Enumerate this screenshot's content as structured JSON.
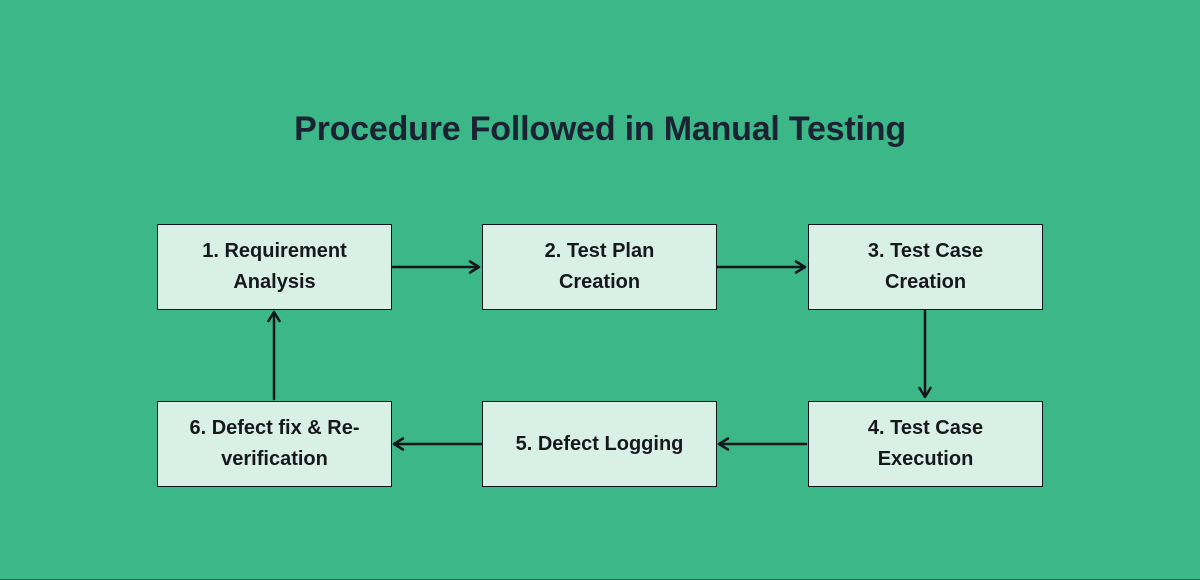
{
  "colors": {
    "bg": "#3cb787",
    "box-fill": "#d9f0e6",
    "box-border": "#13151e",
    "box-text": "#16181d",
    "title": "#1b2233",
    "arrow": "#14161c"
  },
  "title": "Procedure Followed in Manual Testing",
  "diagram": {
    "boxes": [
      {
        "step": 1,
        "lines": [
          "1. Requirement",
          "Analysis"
        ]
      },
      {
        "step": 2,
        "lines": [
          "2. Test Plan",
          "Creation"
        ]
      },
      {
        "step": 3,
        "lines": [
          "3. Test Case",
          "Creation"
        ]
      },
      {
        "step": 4,
        "lines": [
          "4. Test Case",
          "Execution"
        ]
      },
      {
        "step": 5,
        "lines": [
          "5. Defect Logging"
        ]
      },
      {
        "step": 6,
        "lines": [
          "6. Defect fix & Re-",
          "verification"
        ]
      }
    ],
    "connections": [
      {
        "from": "1. Requirement Analysis",
        "to": "2. Test Plan Creation"
      },
      {
        "from": "2. Test Plan Creation",
        "to": "3. Test Case Creation"
      },
      {
        "from": "3. Test Case Creation",
        "to": "4. Test Case Execution"
      },
      {
        "from": "4. Test Case Execution",
        "to": "5. Defect Logging"
      },
      {
        "from": "5. Defect Logging",
        "to": "6. Defect fix & Re-verification"
      },
      {
        "from": "6. Defect fix & Re-verification",
        "to": "1. Requirement Analysis"
      }
    ]
  }
}
